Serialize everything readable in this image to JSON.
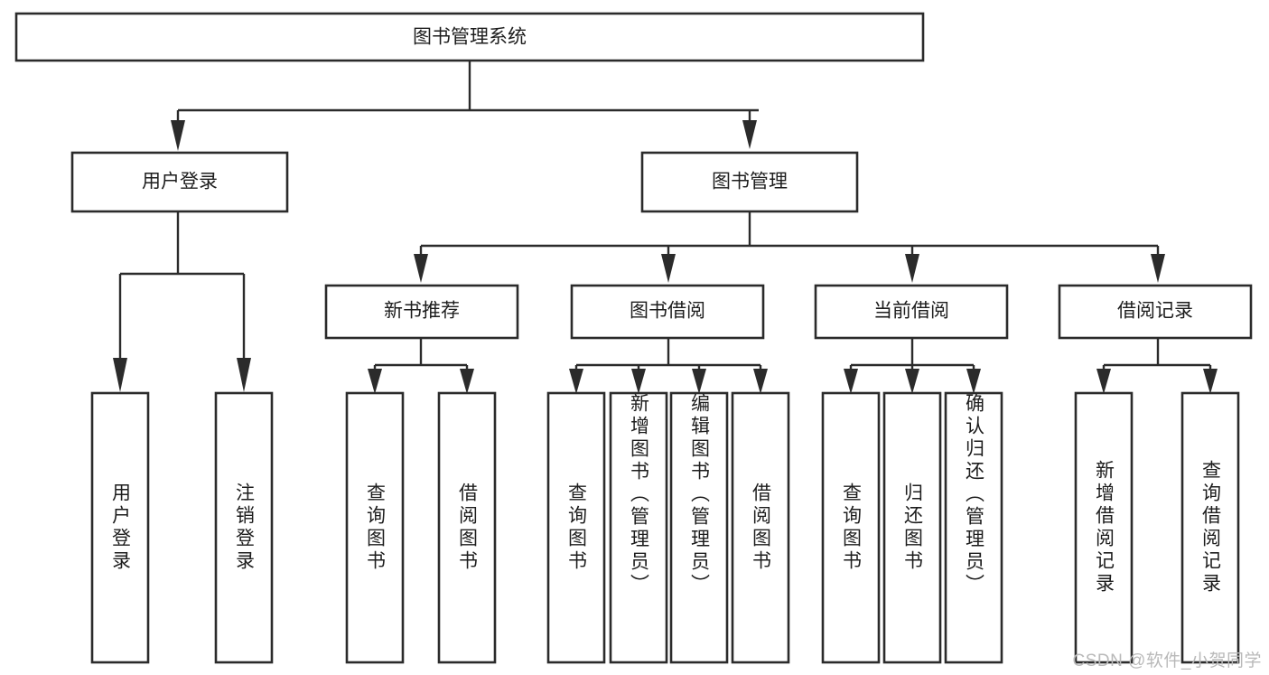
{
  "diagram": {
    "type": "tree",
    "title": "图书管理系统",
    "watermark": "CSDN @软件_小贺同学",
    "colors": {
      "box_stroke": "#2b2b2b",
      "box_fill": "#ffffff",
      "text": "#1d1d1d",
      "watermark": "#b9b9b9"
    },
    "root": {
      "label": "图书管理系统"
    },
    "level2": [
      {
        "label": "用户登录"
      },
      {
        "label": "图书管理"
      }
    ],
    "level3": [
      {
        "label": "新书推荐"
      },
      {
        "label": "图书借阅"
      },
      {
        "label": "当前借阅"
      },
      {
        "label": "借阅记录"
      }
    ],
    "leaves": {
      "user_login": [
        {
          "label": "用户登录"
        },
        {
          "label": "注销登录"
        }
      ],
      "new_book_recommend": [
        {
          "label": "查询图书"
        },
        {
          "label": "借阅图书"
        }
      ],
      "book_borrow": [
        {
          "label": "查询图书"
        },
        {
          "label": "新增图书（管理员）"
        },
        {
          "label": "编辑图书（管理员）"
        },
        {
          "label": "借阅图书"
        }
      ],
      "current_borrow": [
        {
          "label": "查询图书"
        },
        {
          "label": "归还图书"
        },
        {
          "label": "确认归还（管理员）"
        }
      ],
      "borrow_record": [
        {
          "label": "新增借阅记录"
        },
        {
          "label": "查询借阅记录"
        }
      ]
    }
  }
}
